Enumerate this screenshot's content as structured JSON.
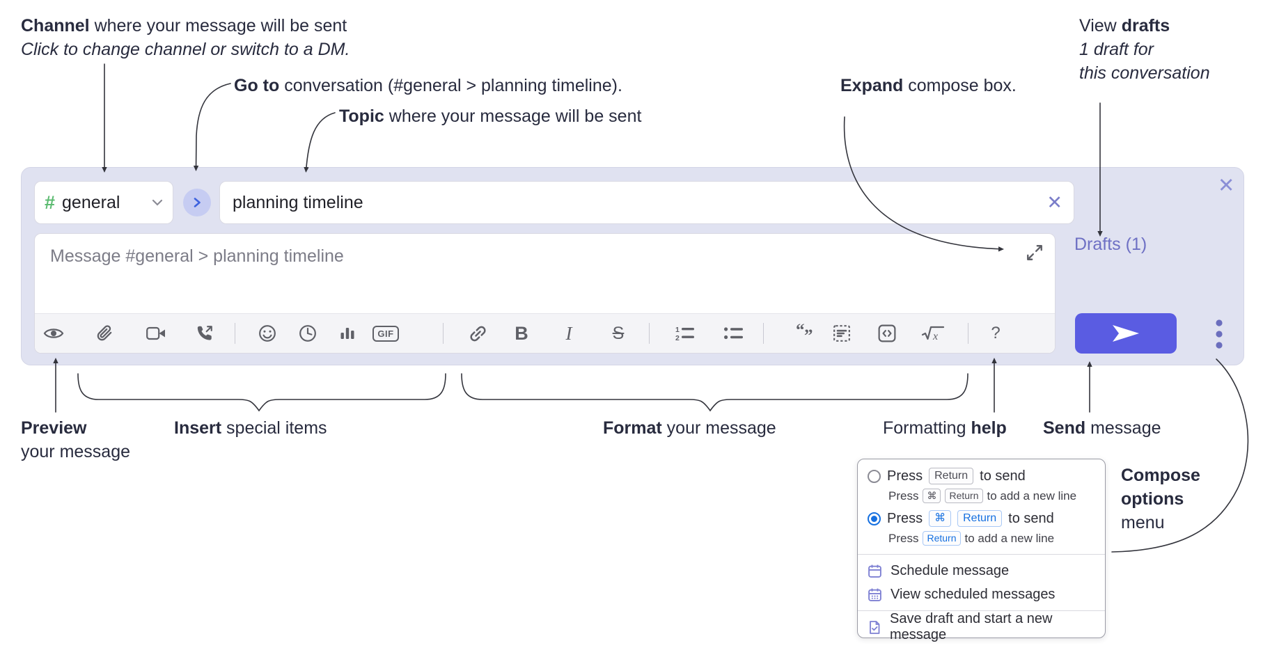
{
  "annotations": {
    "channel": {
      "bold": "Channel",
      "rest": " where your message will be sent",
      "line2": "Click to change channel or switch to a DM."
    },
    "goto": {
      "bold": "Go to",
      "rest": " conversation (#general > planning timeline)."
    },
    "topic": {
      "bold": "Topic",
      "rest": " where your message will be sent"
    },
    "expand": {
      "bold": "Expand",
      "rest": " compose box."
    },
    "view_drafts": {
      "pre": "View ",
      "bold": "drafts",
      "line2": "1 draft for",
      "line3": "this conversation"
    },
    "preview": {
      "bold": "Preview",
      "line2": "your message"
    },
    "insert": {
      "bold": "Insert",
      "rest": " special items"
    },
    "format": {
      "bold": "Format",
      "rest": " your message"
    },
    "formatting_help": {
      "pre": "Formatting ",
      "bold": "help"
    },
    "send": {
      "bold": "Send",
      "rest": " message"
    },
    "compose_options": {
      "bold1": "Compose",
      "bold2": "options",
      "line3": "menu"
    }
  },
  "compose": {
    "channel_hash": "#",
    "channel_name": "general",
    "topic_value": "planning timeline",
    "clear_icon": "✕",
    "close_icon": "✕",
    "message_placeholder": "Message #general > planning timeline",
    "drafts_link": "Drafts (1)",
    "gif_label": "GIF",
    "bold_label": "B",
    "italic_label": "I",
    "strike_label": "S",
    "help_label": "?",
    "toolbar_icon_names": [
      "preview-eye",
      "attach-paperclip",
      "video-clip",
      "audio-call",
      "emoji",
      "recent-clock",
      "poll-bars",
      "gif",
      "link",
      "bold",
      "italic",
      "strikethrough",
      "ordered-list",
      "bulleted-list",
      "blockquote",
      "code-block",
      "inline-code",
      "formula",
      "help"
    ]
  },
  "popup": {
    "opt1": {
      "pre": "Press",
      "key": "Return",
      "post": "to send"
    },
    "opt1_sub": {
      "pre": "Press",
      "key1": "⌘",
      "key2": "Return",
      "post": "to add a new line"
    },
    "opt2": {
      "pre": "Press",
      "key1": "⌘",
      "key2": "Return",
      "post": "to send"
    },
    "opt2_sub": {
      "pre": "Press",
      "key": "Return",
      "post": "to add a new line"
    },
    "items": [
      "Schedule message",
      "View scheduled messages",
      "Save draft and start a new message"
    ]
  },
  "colors": {
    "compose_bg": "#e0e2f1",
    "send_accent": "#5a5ce2",
    "hash_green": "#5dbb72",
    "drafts_purple": "#6e70c4",
    "key_blue": "#1670e0",
    "icon_gray": "#5f6067",
    "popup_icon_purple": "#7e80d3",
    "annotation_text": "#282b3e"
  }
}
